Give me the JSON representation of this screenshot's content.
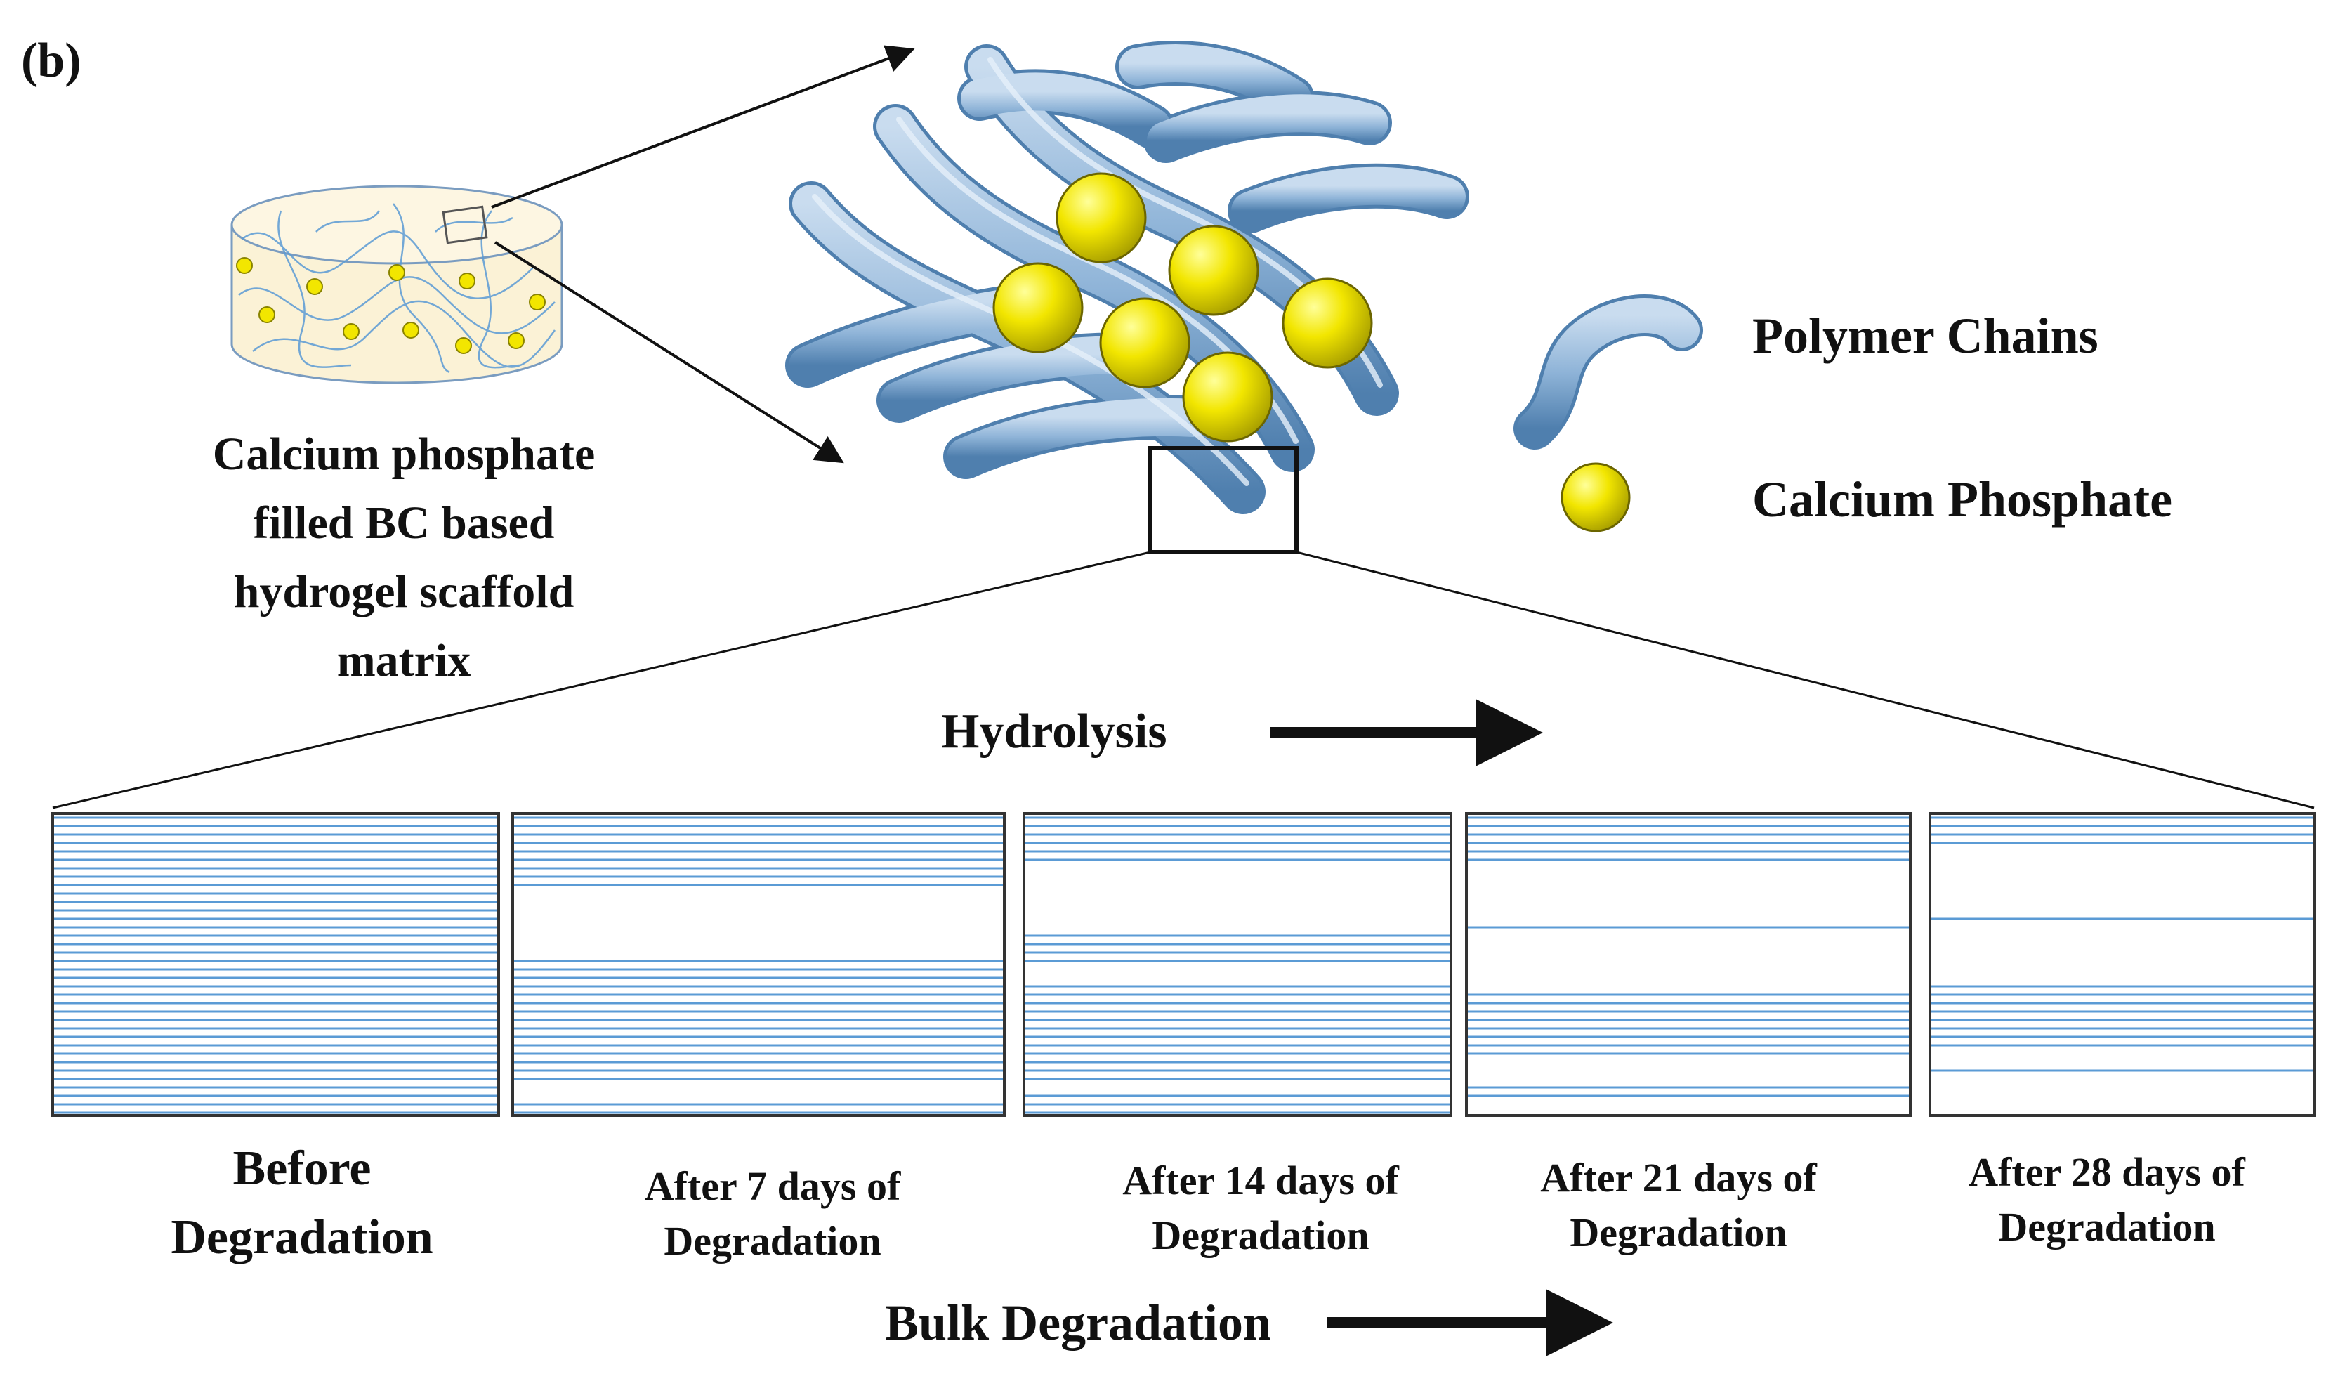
{
  "panel_label": "(b)",
  "scaffold": {
    "caption_lines": [
      "Calcium phosphate",
      "filled BC based",
      "hydrogel scaffold",
      "matrix"
    ]
  },
  "legend": {
    "polymer_chains": "Polymer Chains",
    "calcium_phosphate": "Calcium Phosphate"
  },
  "hydrolysis_label": "Hydrolysis",
  "stages": [
    {
      "lines": [
        "Before",
        "Degradation"
      ]
    },
    {
      "lines": [
        "After 7 days of",
        "Degradation"
      ]
    },
    {
      "lines": [
        "After 14 days of",
        "Degradation"
      ]
    },
    {
      "lines": [
        "After 21 days of",
        "Degradation"
      ]
    },
    {
      "lines": [
        "After 28 days of",
        "Degradation"
      ]
    }
  ],
  "bulk_label": "Bulk Degradation",
  "colors": {
    "polymer_blue": "#8fb4d8",
    "polymer_dark": "#4f7fae",
    "line_blue": "#5b9bd5",
    "sphere_yellow": "#f2e600",
    "sphere_dark": "#8a8400",
    "scaffold_fill": "#fbf2d6",
    "ink": "#111111"
  }
}
